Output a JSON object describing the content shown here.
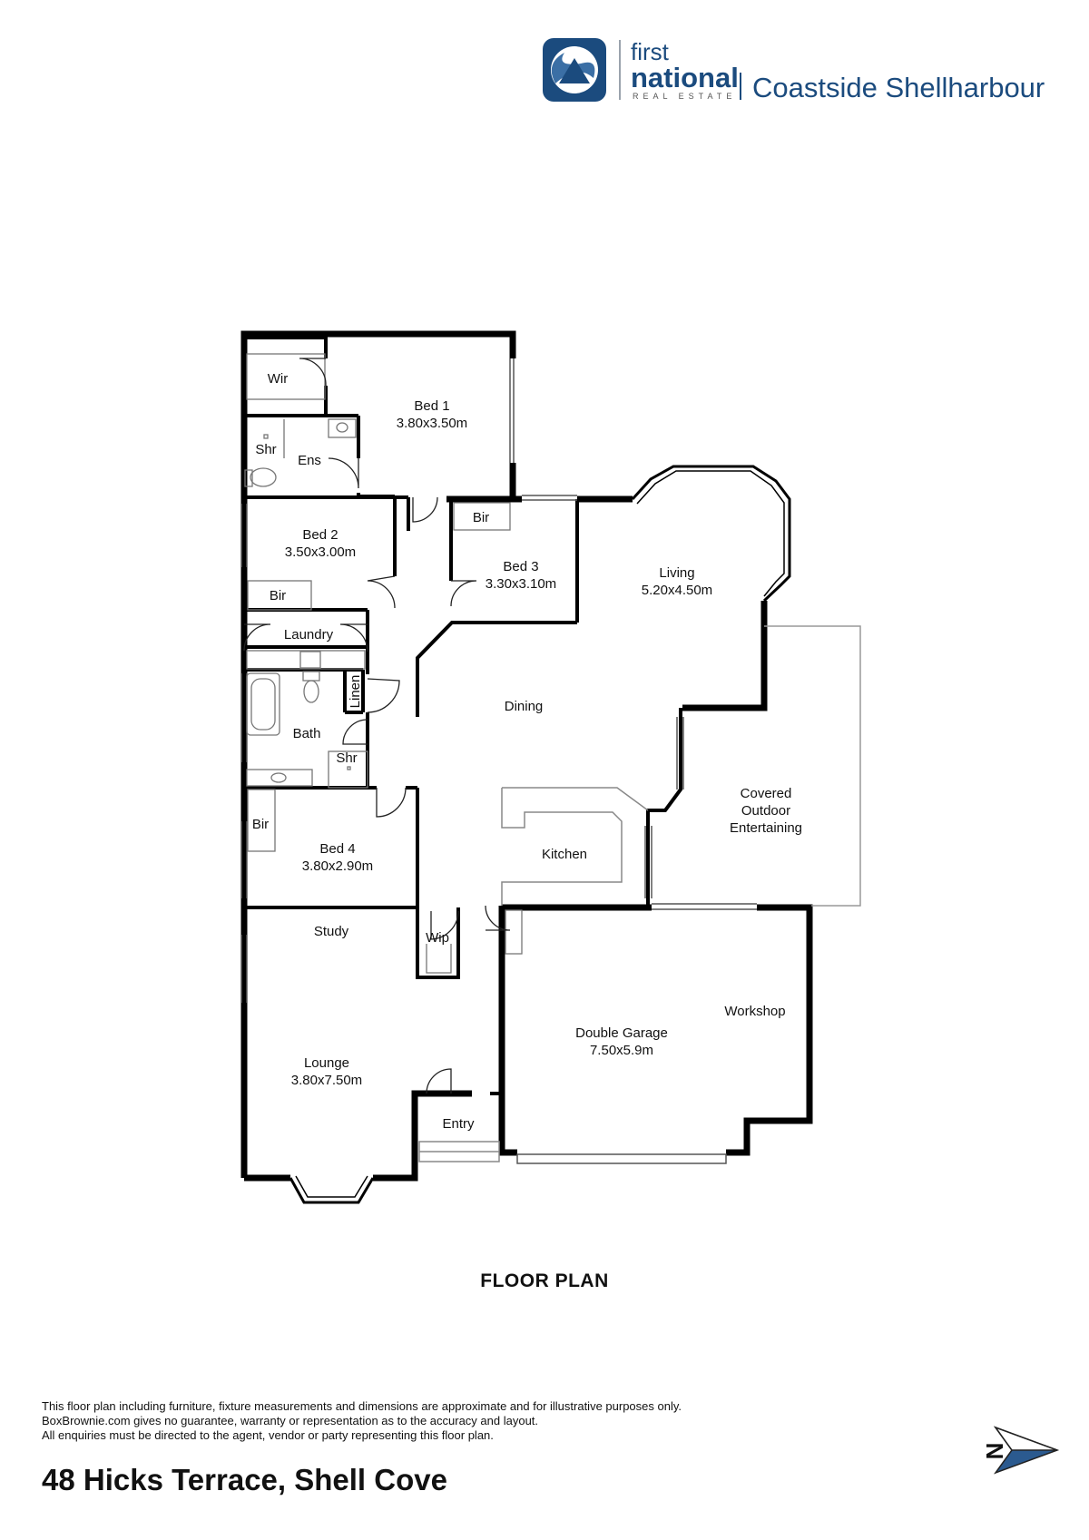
{
  "brand": {
    "line1": "first",
    "line2": "national",
    "line3": "REAL ESTATE",
    "office": "Coastside Shellharbour",
    "color_primary": "#1b4b7e",
    "color_accent": "#3b6fa5"
  },
  "rooms": {
    "wir": "Wir",
    "bed1_name": "Bed 1",
    "bed1_size": "3.80x3.50m",
    "shr1": "Shr",
    "ens": "Ens",
    "bed2_name": "Bed 2",
    "bed2_size": "3.50x3.00m",
    "bir2": "Bir",
    "bir3": "Bir",
    "bed3_name": "Bed 3",
    "bed3_size": "3.30x3.10m",
    "living_name": "Living",
    "living_size": "5.20x4.50m",
    "laundry": "Laundry",
    "linen": "Linen",
    "dining": "Dining",
    "bath": "Bath",
    "shr2": "Shr",
    "covered1": "Covered",
    "covered2": "Outdoor",
    "covered3": "Entertaining",
    "bir4": "Bir",
    "bed4_name": "Bed 4",
    "bed4_size": "3.80x2.90m",
    "kitchen": "Kitchen",
    "study": "Study",
    "wip": "Wip",
    "workshop": "Workshop",
    "garage_name": "Double Garage",
    "garage_size": "7.50x5.9m",
    "lounge_name": "Lounge",
    "lounge_size": "3.80x7.50m",
    "entry": "Entry"
  },
  "plan_title": "FLOOR PLAN",
  "disclaimer": [
    "This floor plan including furniture, fixture measurements and dimensions are approximate and for illustrative purposes only.",
    "BoxBrownie.com gives no guarantee, warranty or representation as to the accuracy and layout.",
    "All enquiries must be directed to the agent, vendor or party representing this floor plan."
  ],
  "compass": {
    "label": "N",
    "icon": "north-arrow-icon",
    "color": "#2b5a8f"
  },
  "address": "48 Hicks Terrace, Shell Cove"
}
